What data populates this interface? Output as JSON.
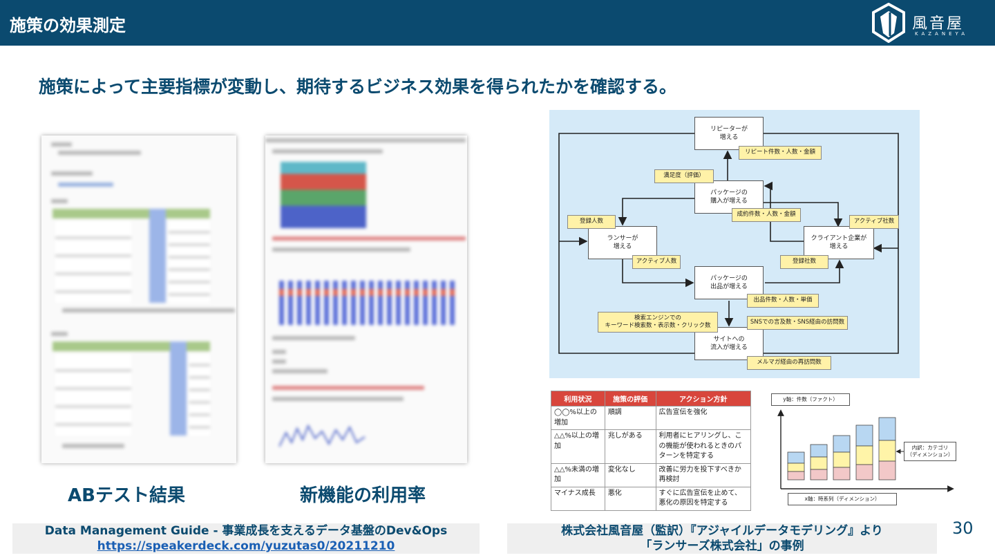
{
  "header": {
    "title": "施策の効果測定",
    "logo_text": "風音屋",
    "logo_sub": "KAZANEYA"
  },
  "subtitle": "施策によって主要指標が変動し、期待するビジネス効果を得られたかを確認する。",
  "captions": {
    "ab_test": "ABテスト結果",
    "feature_usage": "新機能の利用率"
  },
  "diagram": {
    "nodes": {
      "repeater": "リピーターが\n増える",
      "package_buy": "パッケージの\n購入が増える",
      "lancer": "ランサーが\n増える",
      "client": "クライアント企業が\n増える",
      "package_list": "パッケージの\n出品が増える",
      "site": "サイトへの\n流入が増える"
    },
    "tags": {
      "repeat_count": "リピート件数・人数・金額",
      "satisfaction": "満足度（評価）",
      "contract": "成約件数・人数・金額",
      "registered": "登録人数",
      "active_companies": "アクティブ社数",
      "active_people": "アクティブ人数",
      "registered_companies": "登録社数",
      "listing": "出品件数・人数・単価",
      "search": "検索エンジンでの\nキーワード検索数・表示数・クリック数",
      "sns": "SNSでの言及数・SNS経由の訪問数",
      "mail": "メルマガ経由の再訪問数"
    }
  },
  "eval_table": {
    "headers": [
      "利用状況",
      "施策の評価",
      "アクション方針"
    ],
    "rows": [
      [
        "◯◯%以上の増加",
        "順調",
        "広告宣伝を強化"
      ],
      [
        "△△%以上の増加",
        "兆しがある",
        "利用者にヒアリングし、この機能が使われるときのパターンを特定する"
      ],
      [
        "△△%未満の増加",
        "変化なし",
        "改善に労力を投下すべきか再検討"
      ],
      [
        "マイナス成長",
        "悪化",
        "すぐに広告宣伝を止めて、悪化の原因を特定する"
      ]
    ]
  },
  "bar_chart": {
    "y_label": "y軸：件数（ファクト）",
    "x_label": "x軸：時系列（ディメンション）",
    "inner_label": "内訳：カテゴリ\n（ディメンション）"
  },
  "footer": {
    "left_title": "Data Management Guide - 事業成長を支えるデータ基盤のDev&Ops",
    "left_link": "https://speakerdeck.com/yuzutas0/20211210",
    "right_line1": "株式会社風音屋（監訳）『アジャイルデータモデリング』より",
    "right_line2": "「ランサーズ株式会社」の事例"
  },
  "page_number": "30",
  "colors": {
    "brand": "#0b4a6f",
    "table_header": "#d8463c",
    "tag": "#fff2a8",
    "diagram_bg": "#d5eaf8"
  }
}
